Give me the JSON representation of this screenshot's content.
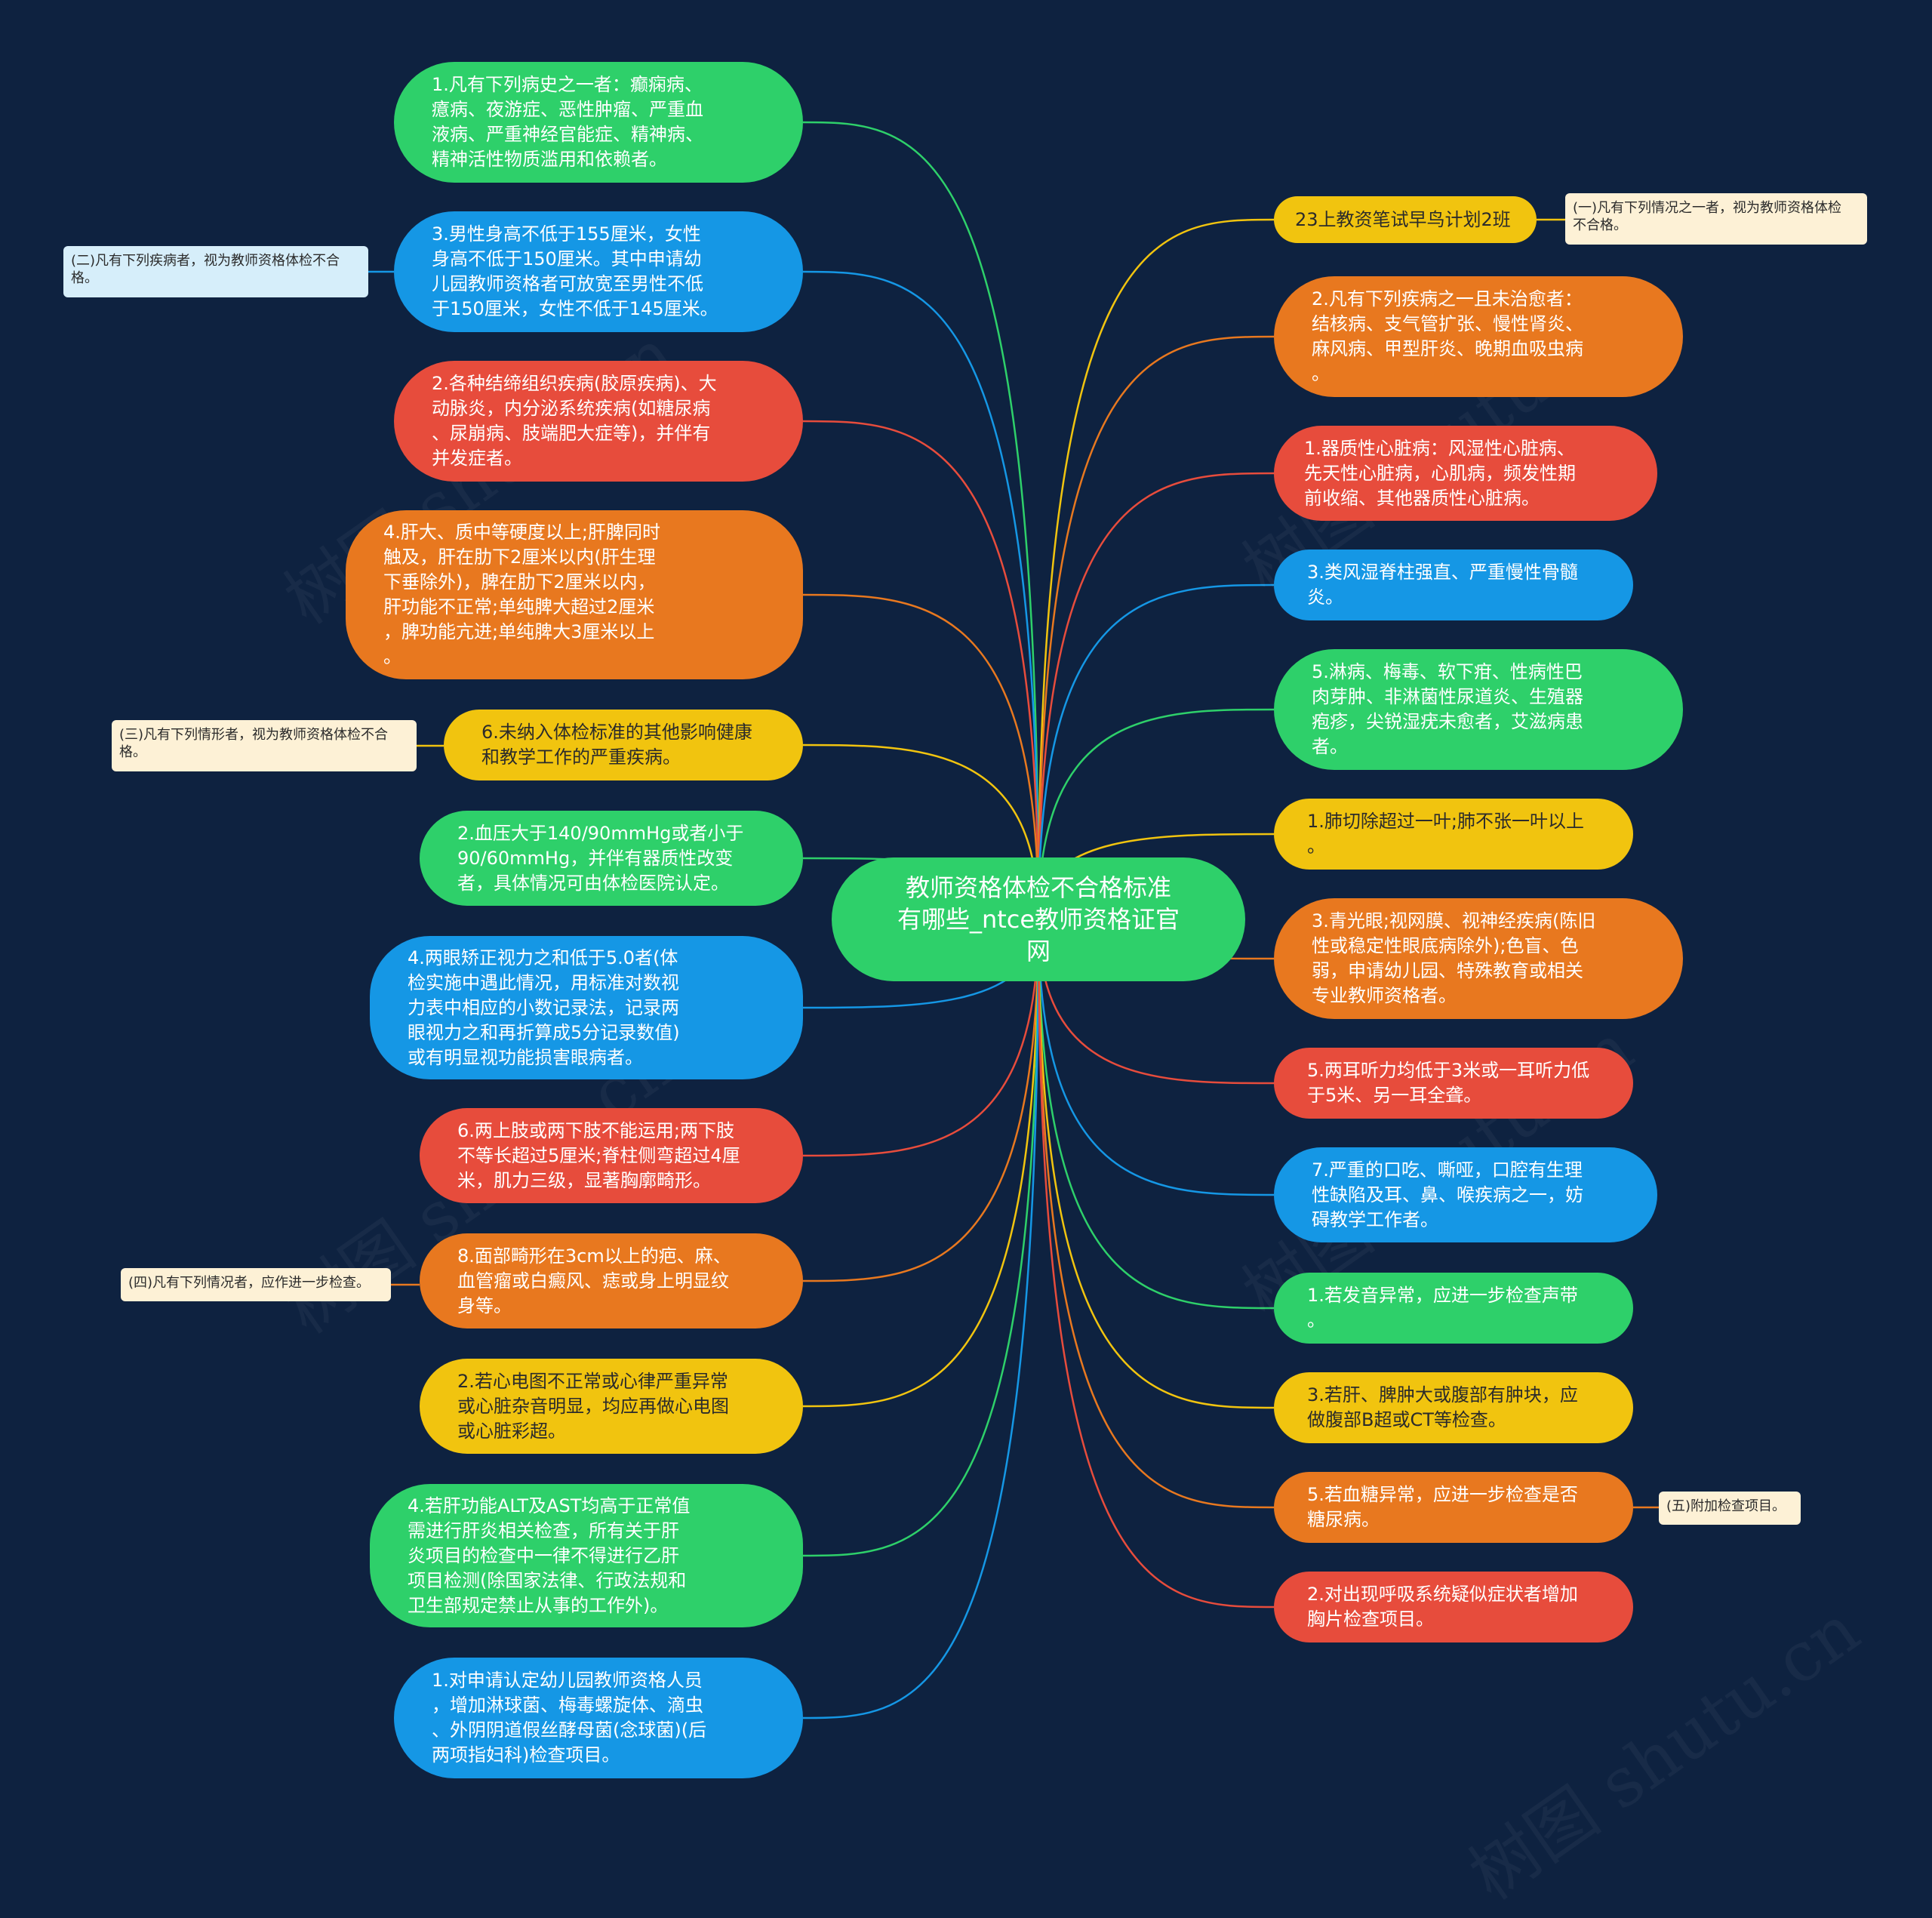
{
  "center": {
    "title": "教师资格体检不合格标准\n有哪些_ntce教师资格证官\n网"
  },
  "left_nodes": [
    {
      "id": "L1",
      "text": "1.凡有下列病史之一者：癫痫病、\n癔病、夜游症、恶性肿瘤、严重血\n液病、严重神经官能症、精神病、\n精神活性物质滥用和依赖者。",
      "color": "green"
    },
    {
      "id": "L2",
      "text": "3.男性身高不低于155厘米，女性\n身高不低于150厘米。其中申请幼\n儿园教师资格者可放宽至男性不低\n于150厘米，女性不低于145厘米。",
      "color": "blue"
    },
    {
      "id": "L3",
      "text": "2.各种结缔组织疾病(胶原疾病)、大\n动脉炎，内分泌系统疾病(如糖尿病\n、尿崩病、肢端肥大症等)，并伴有\n并发症者。",
      "color": "red"
    },
    {
      "id": "L4",
      "text": "4.肝大、质中等硬度以上;肝脾同时\n触及，肝在肋下2厘米以内(肝生理\n下垂除外)，脾在肋下2厘米以内，\n肝功能不正常;单纯脾大超过2厘米\n，脾功能亢进;单纯脾大3厘米以上\n。",
      "color": "orange"
    },
    {
      "id": "L5",
      "text": "6.未纳入体检标准的其他影响健康\n和教学工作的严重疾病。",
      "color": "yellow"
    },
    {
      "id": "L6",
      "text": "2.血压大于140/90mmHg或者小于\n90/60mmHg，并伴有器质性改变\n者，具体情况可由体检医院认定。",
      "color": "green"
    },
    {
      "id": "L7",
      "text": "4.两眼矫正视力之和低于5.0者(体\n检实施中遇此情况，用标准对数视\n力表中相应的小数记录法，记录两\n眼视力之和再折算成5分记录数值)\n或有明显视功能损害眼病者。",
      "color": "blue"
    },
    {
      "id": "L8",
      "text": "6.两上肢或两下肢不能运用;两下肢\n不等长超过5厘米;脊柱侧弯超过4厘\n米，肌力三级，显著胸廓畸形。",
      "color": "red"
    },
    {
      "id": "L9",
      "text": "8.面部畸形在3cm以上的疤、麻、\n血管瘤或白癜风、痣或身上明显纹\n身等。",
      "color": "orange"
    },
    {
      "id": "L10",
      "text": "2.若心电图不正常或心律严重异常\n或心脏杂音明显，均应再做心电图\n或心脏彩超。",
      "color": "yellow"
    },
    {
      "id": "L11",
      "text": "4.若肝功能ALT及AST均高于正常值\n需进行肝炎相关检查，所有关于肝\n炎项目的检查中一律不得进行乙肝\n项目检测(除国家法律、行政法规和\n卫生部规定禁止从事的工作外)。",
      "color": "green"
    },
    {
      "id": "L12",
      "text": "1.对申请认定幼儿园教师资格人员\n，增加淋球菌、梅毒螺旋体、滴虫\n、外阴阴道假丝酵母菌(念球菌)(后\n两项指妇科)检查项目。",
      "color": "blue"
    }
  ],
  "right_nodes": [
    {
      "id": "R1",
      "text": "23上教资笔试早鸟计划2班",
      "color": "yellow"
    },
    {
      "id": "R2",
      "text": "2.凡有下列疾病之一且未治愈者：\n结核病、支气管扩张、慢性肾炎、\n麻风病、甲型肝炎、晚期血吸虫病\n。",
      "color": "orange"
    },
    {
      "id": "R3",
      "text": "1.器质性心脏病：风湿性心脏病、\n先天性心脏病，心肌病，频发性期\n前收缩、其他器质性心脏病。",
      "color": "red"
    },
    {
      "id": "R4",
      "text": "3.类风湿脊柱强直、严重慢性骨髓\n炎。",
      "color": "blue"
    },
    {
      "id": "R5",
      "text": "5.淋病、梅毒、软下疳、性病性巴\n肉芽肿、非淋菌性尿道炎、生殖器\n疱疹，尖锐湿疣未愈者，艾滋病患\n者。",
      "color": "green"
    },
    {
      "id": "R6",
      "text": "1.肺切除超过一叶;肺不张一叶以上\n。",
      "color": "yellow"
    },
    {
      "id": "R7",
      "text": "3.青光眼;视网膜、视神经疾病(陈旧\n性或稳定性眼底病除外);色盲、色\n弱，申请幼儿园、特殊教育或相关\n专业教师资格者。",
      "color": "orange"
    },
    {
      "id": "R8",
      "text": "5.两耳听力均低于3米或一耳听力低\n于5米、另一耳全聋。",
      "color": "red"
    },
    {
      "id": "R9",
      "text": "7.严重的口吃、嘶哑，口腔有生理\n性缺陷及耳、鼻、喉疾病之一，妨\n碍教学工作者。",
      "color": "blue"
    },
    {
      "id": "R10",
      "text": "1.若发音异常，应进一步检查声带\n。",
      "color": "green"
    },
    {
      "id": "R11",
      "text": "3.若肝、脾肿大或腹部有肿块，应\n做腹部B超或CT等检查。",
      "color": "yellow"
    },
    {
      "id": "R12",
      "text": "5.若血糖异常，应进一步检查是否\n糖尿病。",
      "color": "orange"
    },
    {
      "id": "R13",
      "text": "2.对出现呼吸系统疑似症状者增加\n胸片检查项目。",
      "color": "red"
    }
  ],
  "notes": [
    {
      "id": "N1",
      "text": "(一)凡有下列情况之一者，视为教师资格体检\n不合格。",
      "style": "cream"
    },
    {
      "id": "N2",
      "text": "(二)凡有下列疾病者，视为教师资格体检不合\n格。",
      "style": "blue"
    },
    {
      "id": "N3",
      "text": "(三)凡有下列情形者，视为教师资格体检不合\n格。",
      "style": "cream"
    },
    {
      "id": "N4",
      "text": "(四)凡有下列情况者，应作进一步检查。",
      "style": "cream"
    },
    {
      "id": "N5",
      "text": "(五)附加检查项目。",
      "style": "cream"
    }
  ],
  "colors": {
    "green": "#2ed06a",
    "blue": "#1597e5",
    "red": "#e74c3c",
    "orange": "#e8781f",
    "yellow": "#f1c40f",
    "background": "#0e2240"
  }
}
